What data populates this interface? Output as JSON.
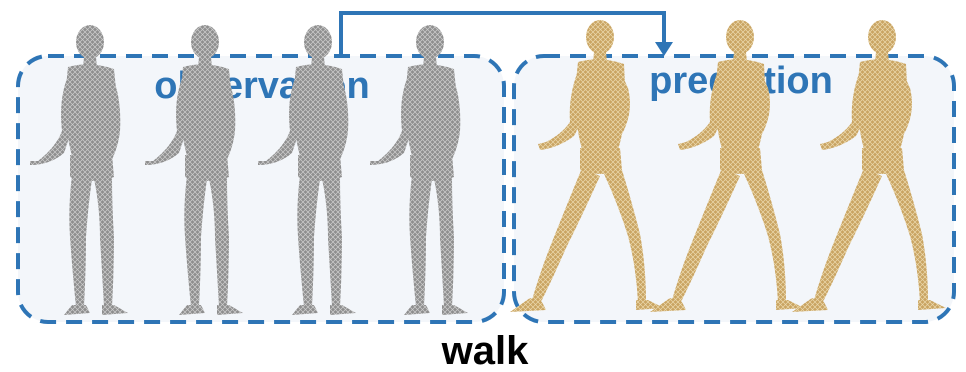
{
  "colors": {
    "frame": "#2e75b6",
    "title": "#2e75b6",
    "panel_fill": "#f3f6fa",
    "observed_body": "#8a8a8a",
    "observed_mesh": "#c9c9c9",
    "predicted_body": "#c8a464",
    "predicted_mesh": "#ead6a8",
    "caption": "#000000"
  },
  "panels": {
    "observation": {
      "title": "observation",
      "figure_count": 4,
      "figure_icon": "mesh-body-observed-icon"
    },
    "prediction": {
      "title": "prediction",
      "figure_count": 3,
      "figure_icon": "mesh-body-predicted-icon"
    }
  },
  "arrow": {
    "icon": "elbow-arrow-icon",
    "from": "observation",
    "to": "prediction"
  },
  "caption": "walk"
}
